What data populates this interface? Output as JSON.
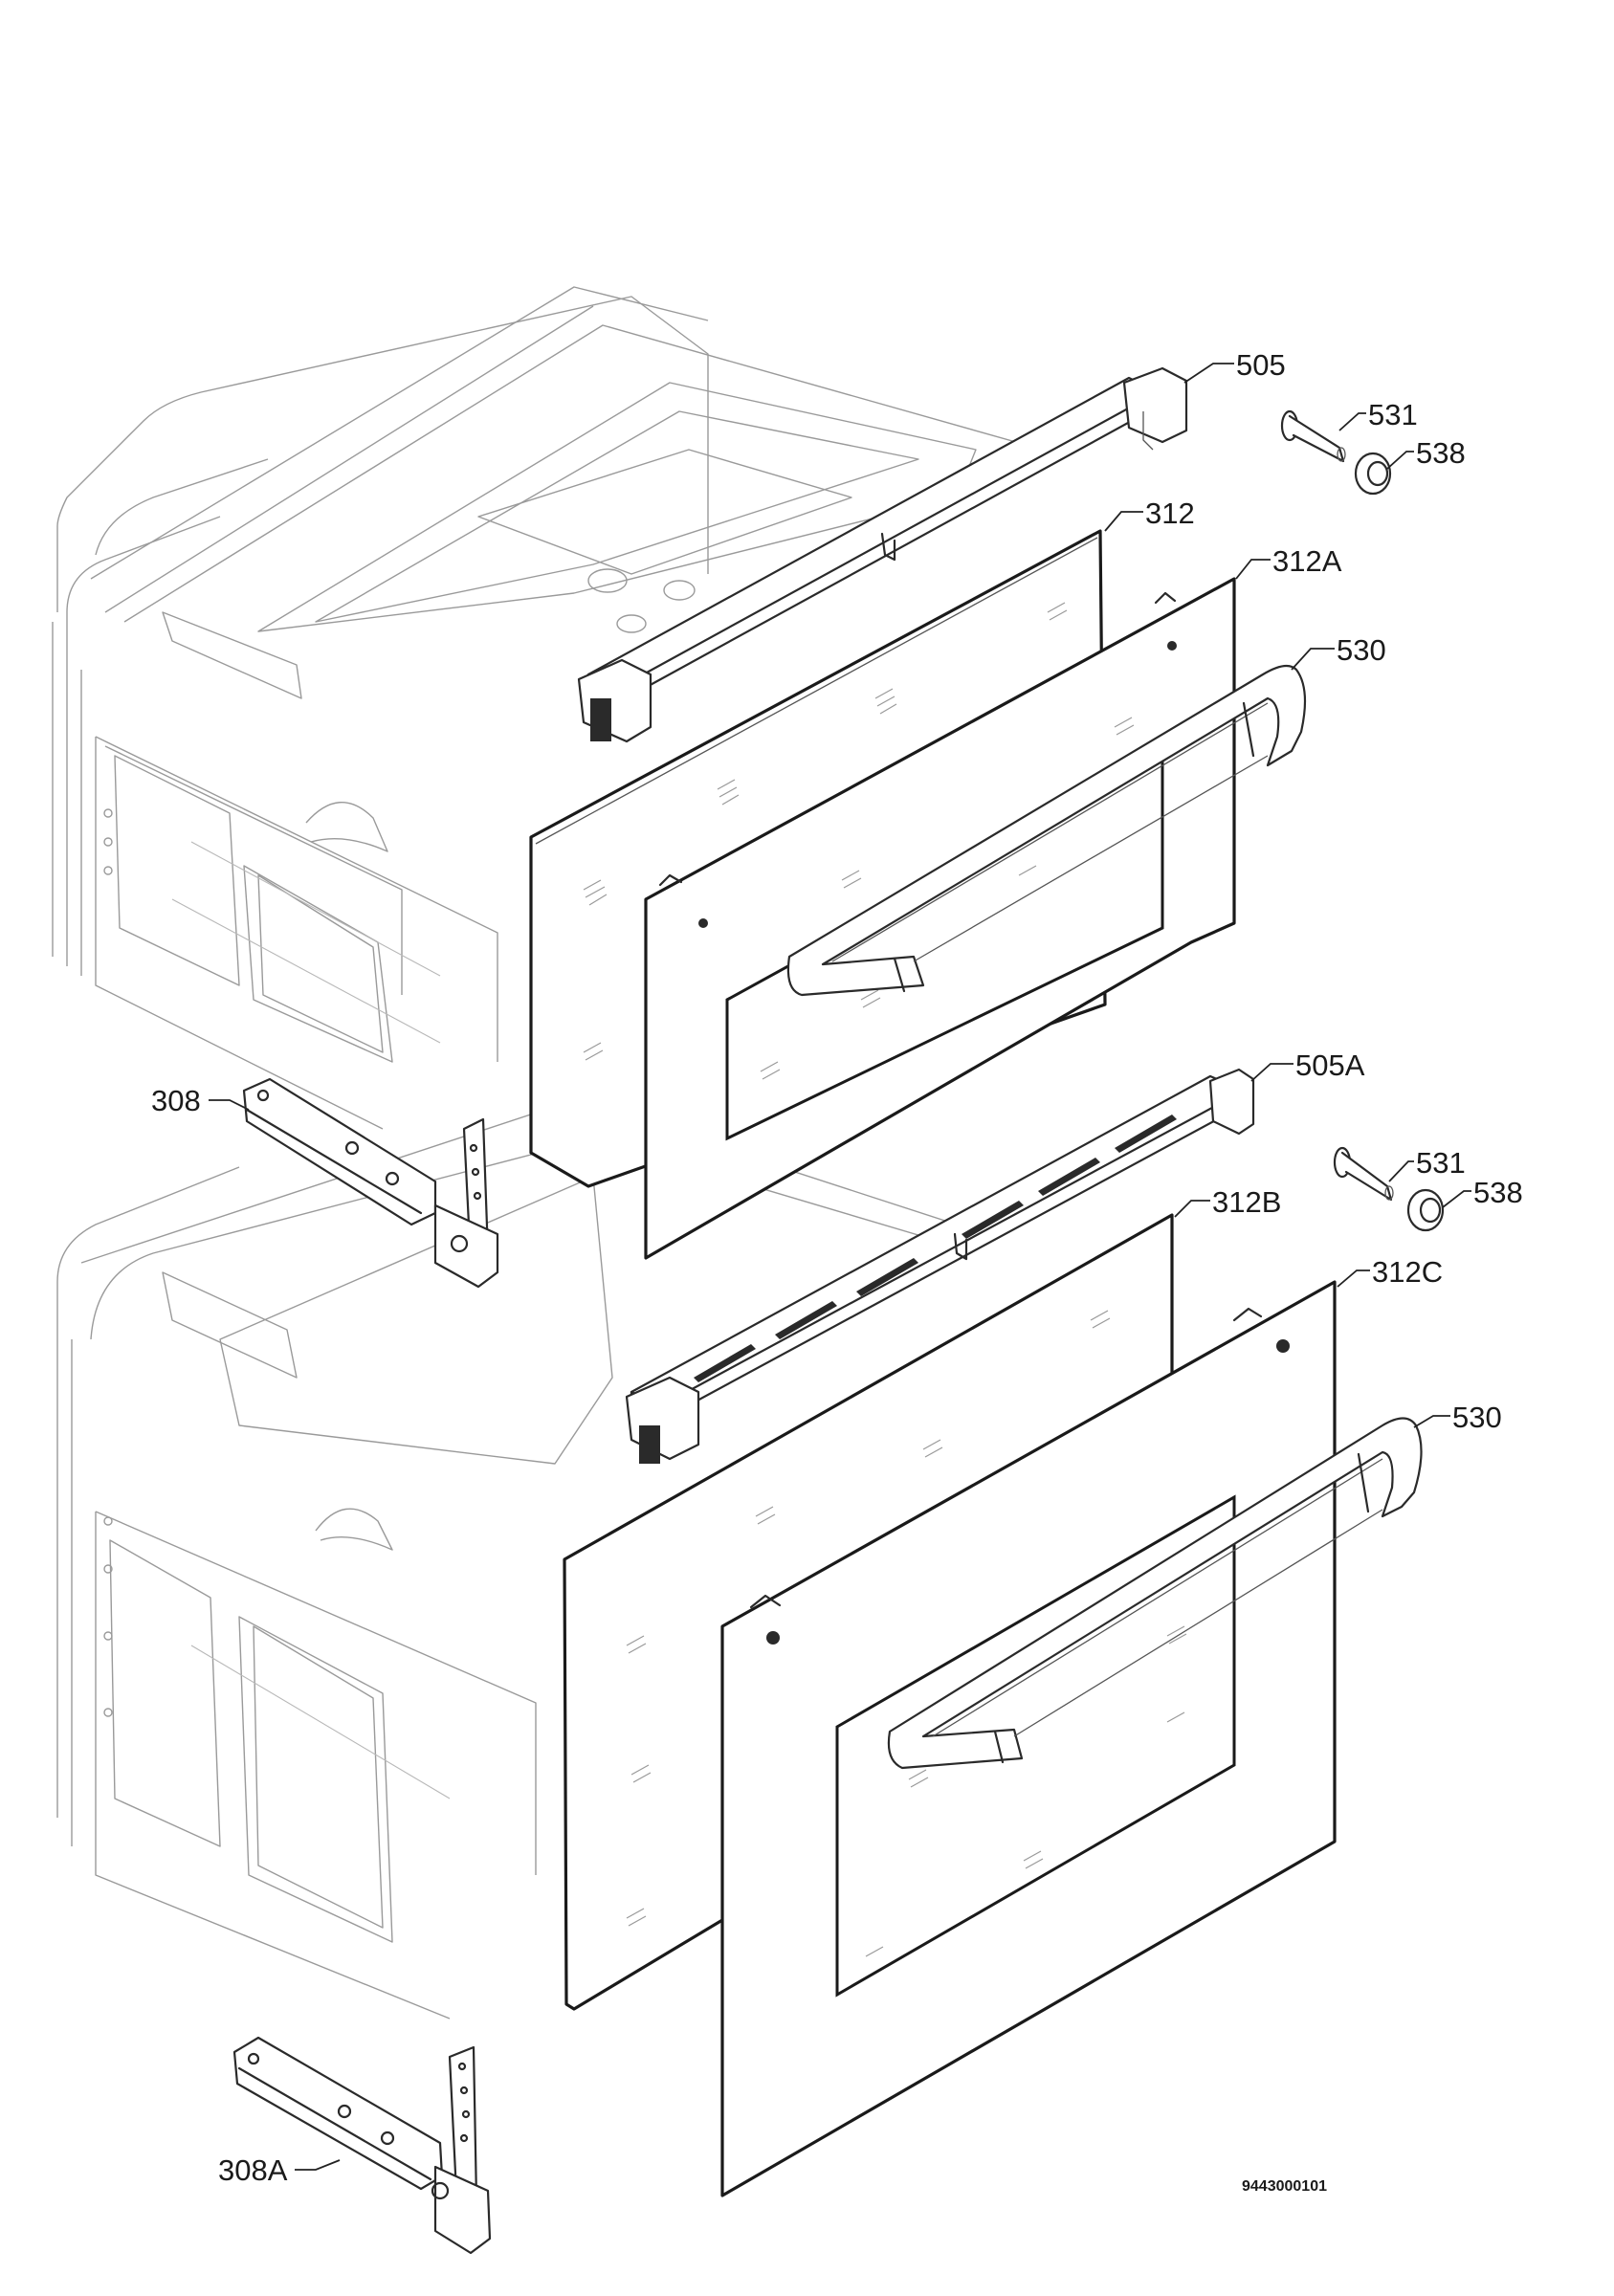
{
  "labels": {
    "p505": "505",
    "p531_top": "531",
    "p538_top": "538",
    "p312": "312",
    "p312A": "312A",
    "p530_top": "530",
    "p308": "308",
    "p505A": "505A",
    "p531_bottom": "531",
    "p538_bottom": "538",
    "p312B": "312B",
    "p312C": "312C",
    "p530_bottom": "530",
    "p308A": "308A"
  },
  "drawing_number": "9443000101"
}
